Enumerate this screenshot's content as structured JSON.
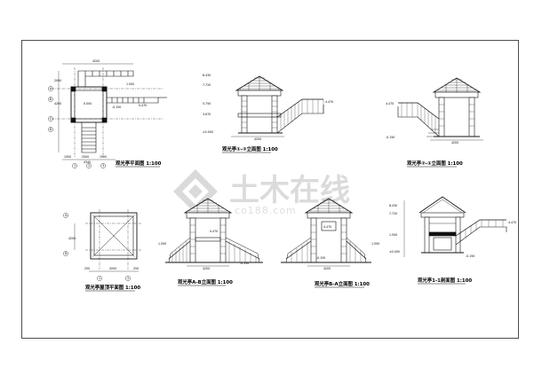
{
  "watermark": {
    "cn": "土木在线",
    "en": "co188.com",
    "color": "#d8d8d8"
  },
  "drawings": {
    "plan": {
      "title": "观光亭平面图 1:100",
      "dims": [
        "1500",
        "2000",
        "4340",
        "1500",
        "4200",
        "2000",
        "2000",
        "2500",
        "4200"
      ],
      "levels": [
        "0.000",
        "-0.150",
        "0.470",
        "1.500"
      ],
      "grids": [
        "A",
        "B",
        "C",
        "D",
        "1",
        "2",
        "3"
      ]
    },
    "elev_12": {
      "title": "观光亭①-②立面图 1:100",
      "levels": [
        "8.430",
        "7.720",
        "5.750",
        "3.670",
        "±0.000",
        "4.470"
      ],
      "dims": [
        "4200"
      ]
    },
    "elev_21": {
      "title": "观光亭②-①立面图 1:100",
      "levels": [
        "4.470",
        "-0.150"
      ],
      "dims": [
        "4200"
      ]
    },
    "roof_plan": {
      "title": "观光亭屋顶平面图 1:100",
      "dims": [
        "250",
        "4200",
        "250",
        "4200"
      ],
      "grids": [
        "1",
        "2",
        "A",
        "B"
      ]
    },
    "elev_ab": {
      "title": "观光亭A-B立面图 1:100",
      "levels": [
        "1.500",
        "-0.150",
        "0.470"
      ],
      "dims": [
        "4200"
      ]
    },
    "elev_ba": {
      "title": "观光亭B-A立面图 1:100",
      "levels": [
        "4.470",
        "1.500",
        "-0.150"
      ],
      "dims": [
        "4200"
      ]
    },
    "section_11": {
      "title": "观光亭1-1剖面图 1:100",
      "levels": [
        "8.430",
        "7.720",
        "4.470",
        "1.500",
        "±0.000",
        "-0.150"
      ]
    }
  }
}
